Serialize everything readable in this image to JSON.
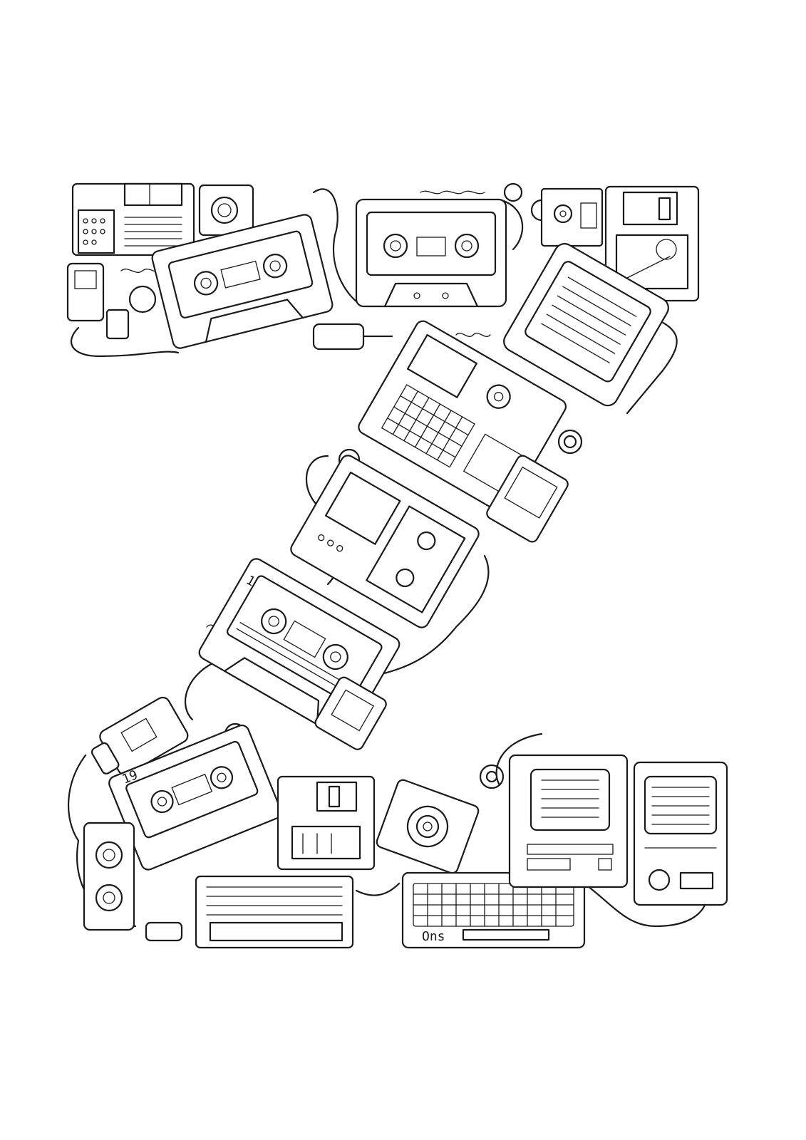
{
  "artwork": {
    "subject": "letter-z",
    "palette": {
      "ink": "#1a1a1a",
      "paper": "#ffffff"
    }
  },
  "labels": {
    "cassette_center_number": "1",
    "cassette_bottom_left_number": "19",
    "keyboard_label": "Ons"
  }
}
